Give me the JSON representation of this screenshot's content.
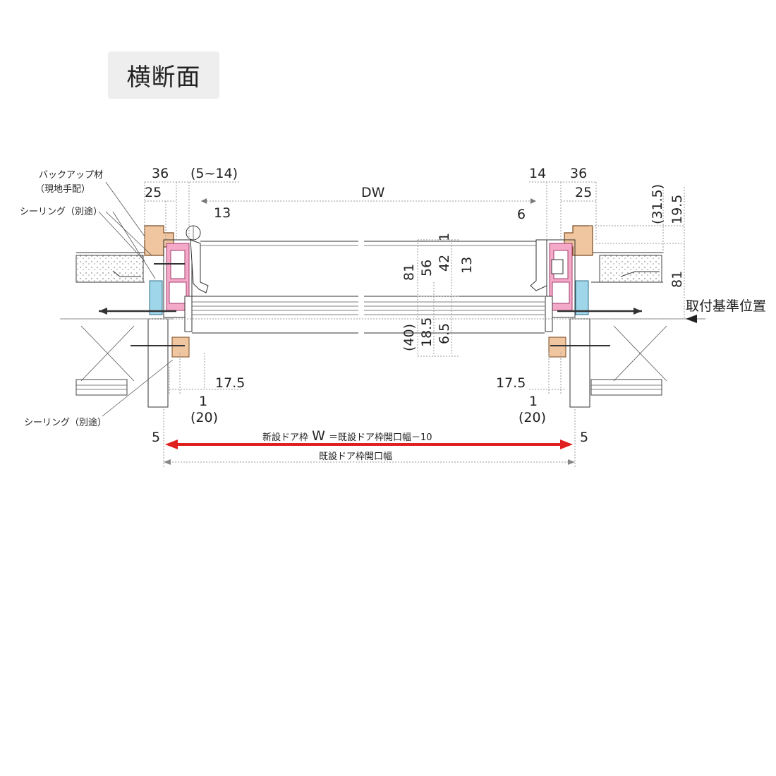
{
  "title": "横断面",
  "colors": {
    "frame": "#f0c6a0",
    "inner": "#f4a9c8",
    "seal": "#9fd6ea",
    "arrow": "#e0201f"
  },
  "notes": {
    "backup_1": "バックアップ材",
    "backup_2": "（現地手配）",
    "sealing_top": "シーリング（別途）",
    "sealing_bottom": "シーリング（別途）",
    "reference": "取付基準位置"
  },
  "dims": {
    "l36": "36",
    "l25": "25",
    "l5_14": "(5~14)",
    "l13": "13",
    "dw": "DW",
    "r14": "14",
    "r36": "36",
    "r25": "25",
    "r6": "6",
    "r31_5": "(31.5)",
    "r19_5": "19.5",
    "r81": "81",
    "c1": "1",
    "c81": "81",
    "c56": "56",
    "c42": "42",
    "c13": "13",
    "c40": "(40)",
    "c18_5": "18.5",
    "c6_5": "6.5",
    "l17_5": "17.5",
    "l1": "1",
    "l20": "(20)",
    "r17_5": "17.5",
    "r1": "1",
    "r20": "(20)",
    "l5": "5",
    "r5": "5"
  },
  "formula": {
    "prefix": "新設ドア枠",
    "w": "W",
    "suffix": "＝既設ドア枠開口幅－10"
  },
  "existing_width": "既設ドア枠開口幅"
}
